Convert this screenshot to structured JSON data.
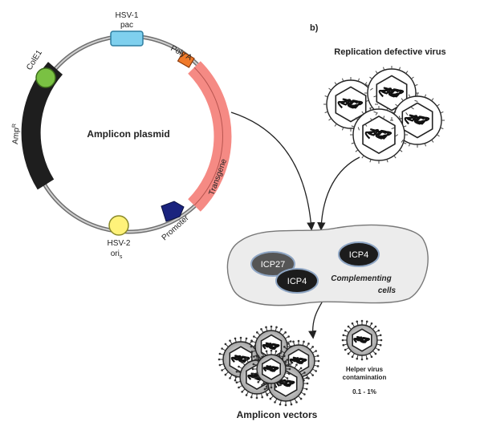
{
  "panel_label": "b)",
  "plasmid": {
    "title": "Amplicon plasmid",
    "hsv1_pac_line1": "HSV-1",
    "hsv1_pac_line2": "pac",
    "poly_a": "Poly A",
    "cole1": "ColE1",
    "amp": "Amp",
    "amp_sup": "R",
    "transgene": "Transgene",
    "promoter": "Promoter",
    "hsv2_line1": "HSV-2",
    "hsv2_line2": "ori",
    "hsv2_sub": "s"
  },
  "replication_defective_virus": "Replication defective virus",
  "cell": {
    "icp27": "ICP27",
    "icp4_left": "ICP4",
    "icp4_right": "ICP4",
    "complementing_line1": "Complementing",
    "complementing_line2": "cells"
  },
  "helper": {
    "line1": "Helper virus",
    "line2": "contamination",
    "range": "0.1 - 1%"
  },
  "amplicon_vectors": "Amplicon vectors",
  "colors": {
    "hsv1_pac": "#7fd0ee",
    "poly_a": "#f07a2a",
    "transgene": "#f58a84",
    "promoter": "#1a237e",
    "cole1": "#7ac143",
    "hsv2_ori": "#fff27a",
    "amp": "#1e1e1e",
    "cell": "#ececec",
    "icp27": "#555555",
    "icp4": "#1c1c1c"
  }
}
